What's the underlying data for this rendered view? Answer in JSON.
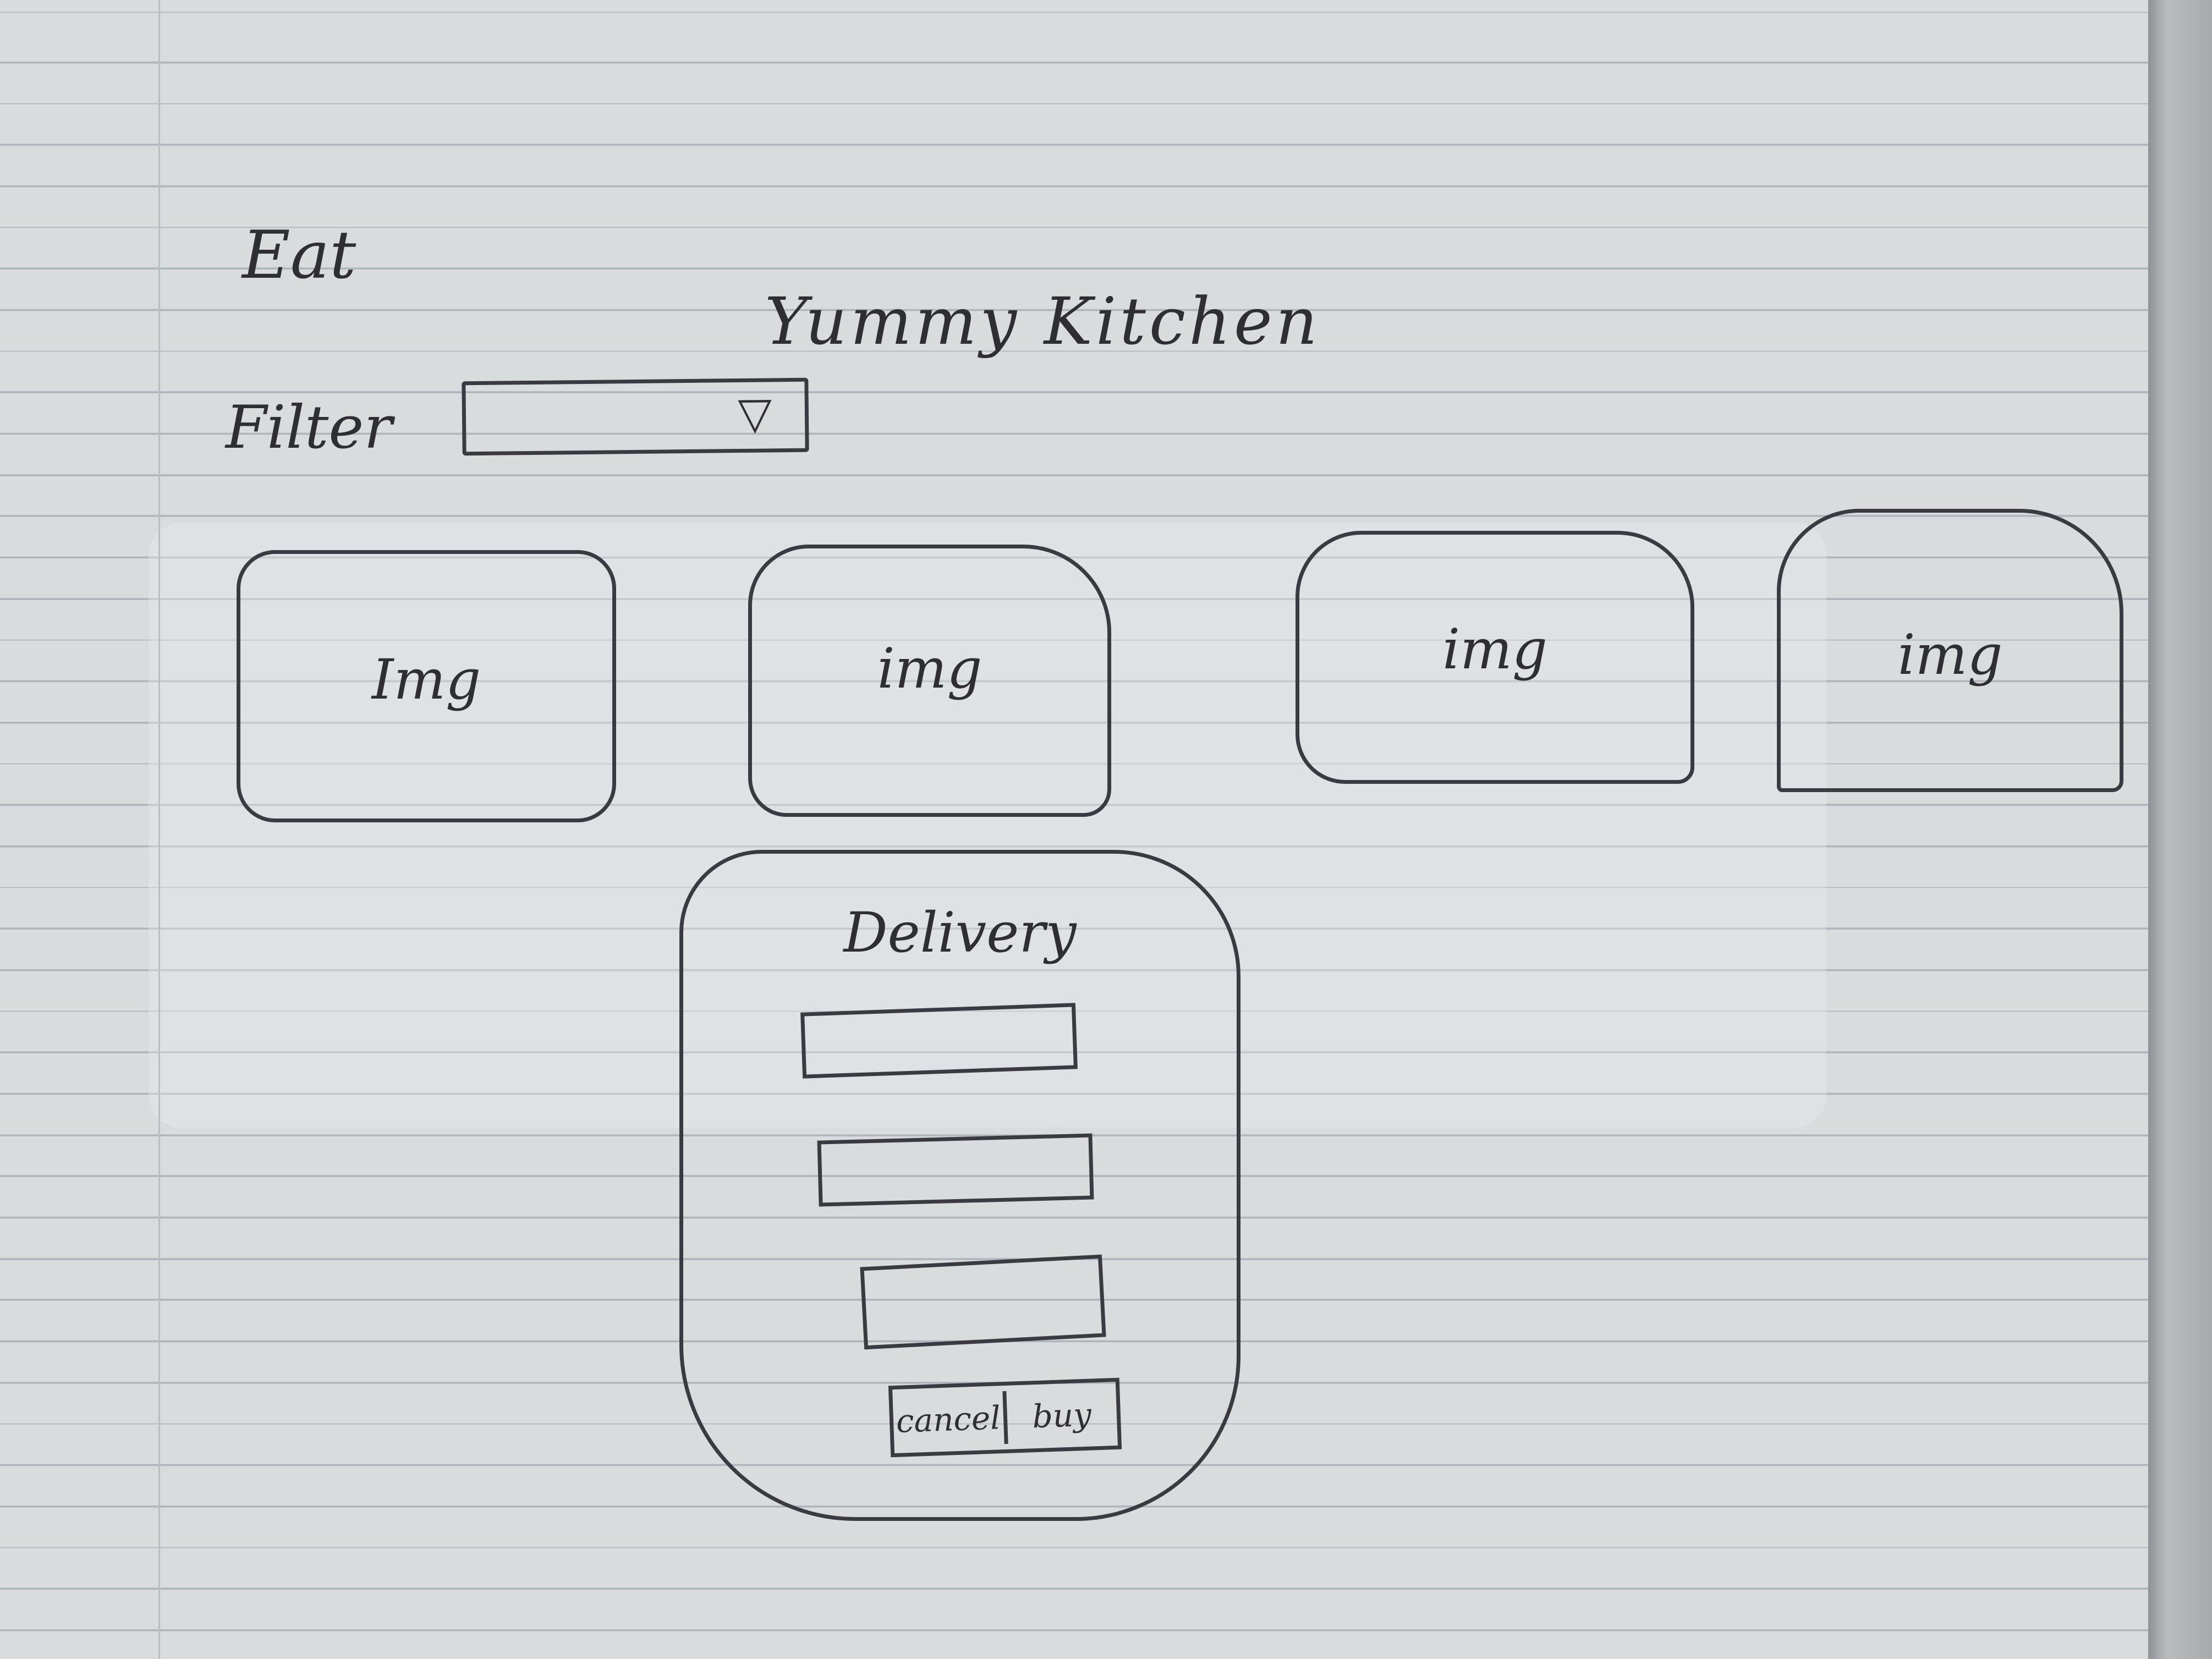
{
  "header": {
    "brand": "Eat",
    "title": "Yummy Kitchen"
  },
  "filter": {
    "label": "Filter",
    "value": "",
    "arrow": "▽"
  },
  "cards": [
    {
      "label": "Img"
    },
    {
      "label": "img"
    },
    {
      "label": "img"
    },
    {
      "label": "img"
    }
  ],
  "dialog": {
    "title": "Delivery",
    "fields": [
      "",
      "",
      ""
    ],
    "cancel_label": "cancel",
    "buy_label": "buy"
  }
}
